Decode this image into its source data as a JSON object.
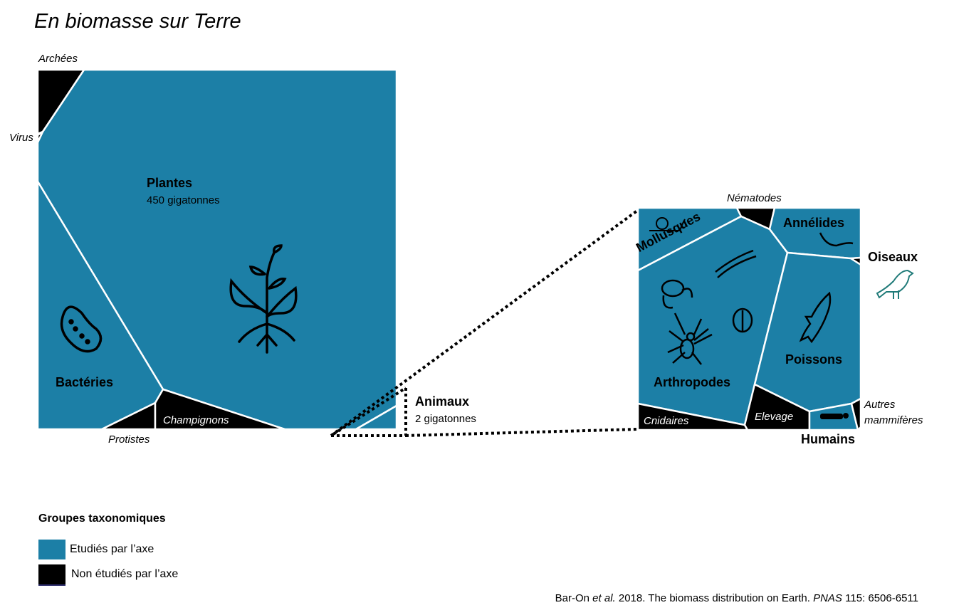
{
  "title": "En biomasse sur Terre",
  "colors": {
    "studied": "#1c7fa6",
    "not_studied": "#000000",
    "bird_icon": "#1f7a78"
  },
  "earth": {
    "plantes": {
      "name": "Plantes",
      "value": "450 gigatonnes"
    },
    "bacteries": "Bactéries",
    "archees": "Archées",
    "virus": "Virus",
    "protistes": "Protistes",
    "champignons": "Champignons",
    "animaux": {
      "name": "Animaux",
      "value": "2 gigatonnes"
    }
  },
  "animals": {
    "mollusques": "Mollusques",
    "nematodes": "Nématodes",
    "annelides": "Annélides",
    "oiseaux": "Oiseaux",
    "arthropodes": "Arthropodes",
    "poissons": "Poissons",
    "cnidaires": "Cnidaires",
    "elevage": "Elevage",
    "humains": "Humains",
    "autres_mammiferes_1": "Autres",
    "autres_mammiferes_2": "mammifères"
  },
  "legend": {
    "title": "Groupes taxonomiques",
    "items": [
      {
        "label": "Etudiés par l’axe",
        "color": "#1c7fa6"
      },
      {
        "label": "Non étudiés par l’axe",
        "color": "#000000"
      }
    ]
  },
  "citation": {
    "authors": "Bar-On",
    "etal": "et al.",
    "rest": " 2018. The biomass distribution on Earth. ",
    "journal": "PNAS",
    "ref": " 115: 6506-6511"
  }
}
